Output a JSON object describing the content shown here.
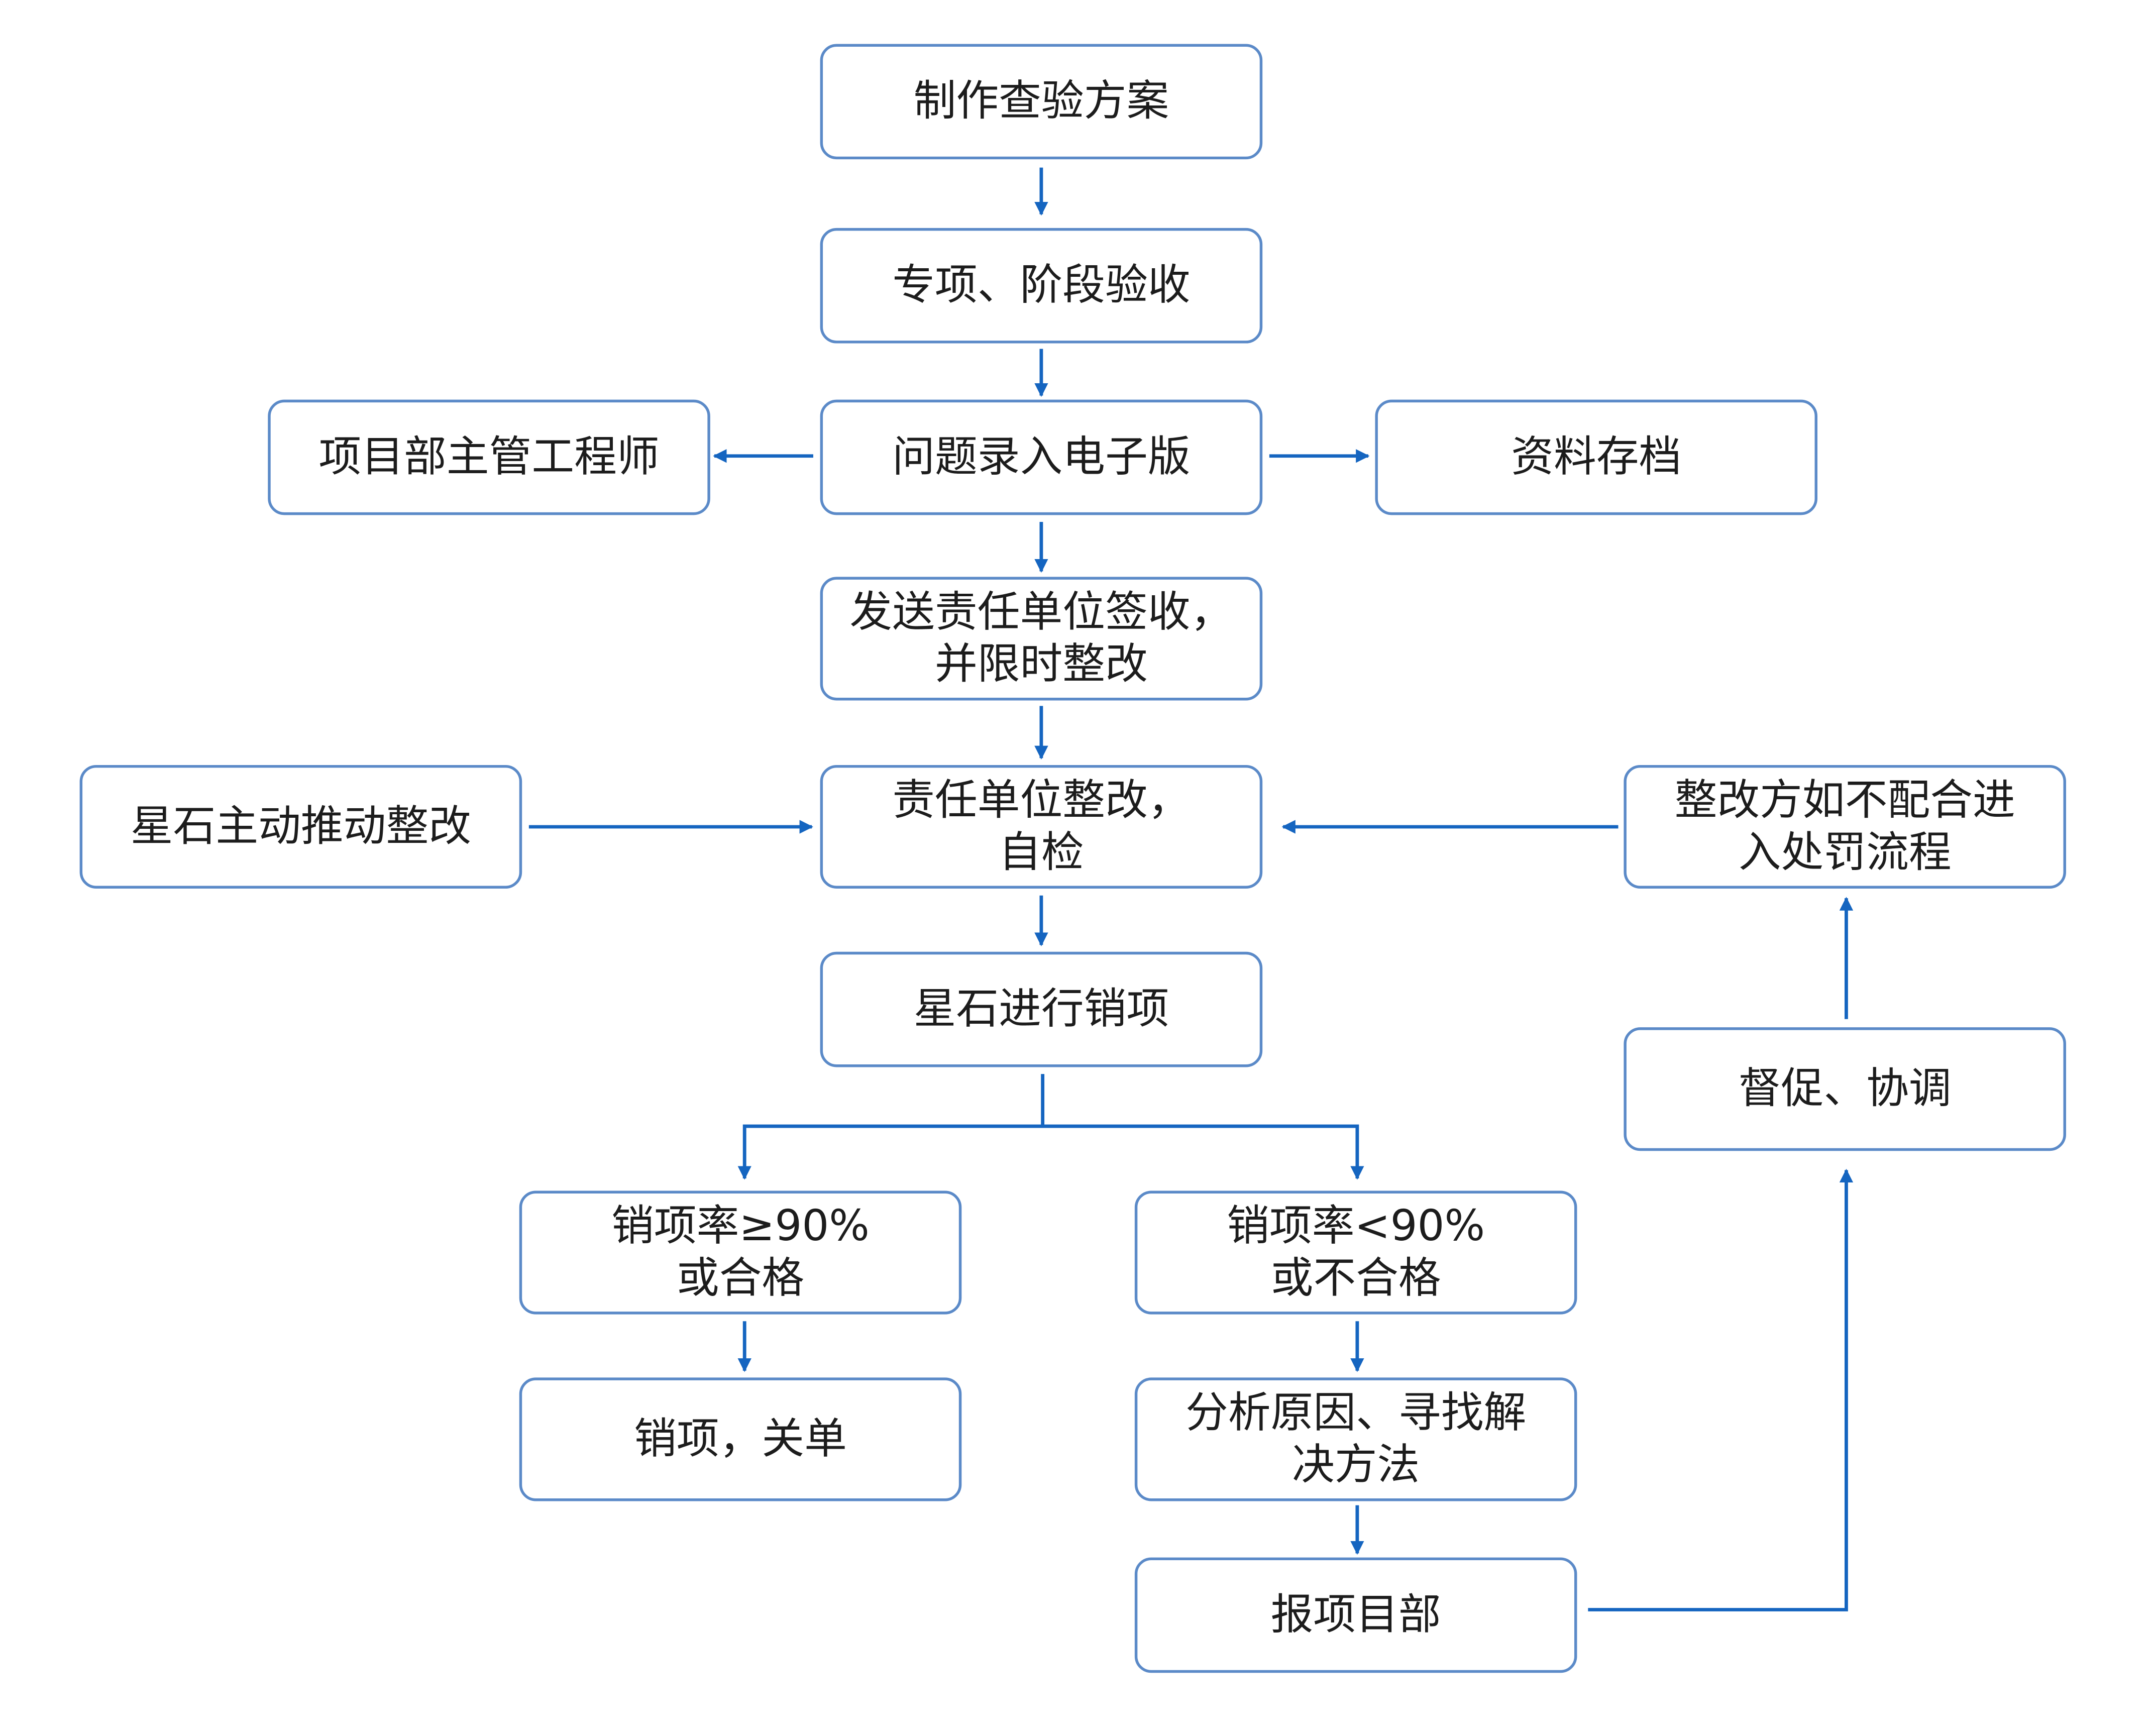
{
  "colors": {
    "box_border": "#5b8ac8",
    "arrow": "#1565c0",
    "text": "#1c1c1c",
    "background": "#ffffff"
  },
  "nodes": {
    "make_plan": {
      "lines": [
        "制作查验方案"
      ]
    },
    "acceptance": {
      "lines": [
        "专项、阶段验收"
      ]
    },
    "record_issues": {
      "lines": [
        "问题录入电子版"
      ]
    },
    "project_engineer": {
      "lines": [
        "项目部主管工程师"
      ]
    },
    "archive": {
      "lines": [
        "资料存档"
      ]
    },
    "send_sign": {
      "lines": [
        "发送责任单位签收，",
        "并限时整改"
      ]
    },
    "rectify_self_check": {
      "lines": [
        "责任单位整改，",
        "自检"
      ]
    },
    "xingshi_push": {
      "lines": [
        "星石主动推动整改"
      ]
    },
    "penalty": {
      "lines": [
        "整改方如不配合进",
        "入处罚流程"
      ]
    },
    "close_items": {
      "lines": [
        "星石进行销项"
      ]
    },
    "supervise": {
      "lines": [
        "督促、协调"
      ]
    },
    "rate_pass": {
      "lines": [
        "销项率≥90%",
        "或合格"
      ]
    },
    "rate_fail": {
      "lines": [
        "销项率<90%",
        "或不合格"
      ]
    },
    "close_order": {
      "lines": [
        "销项，关单"
      ]
    },
    "analyze": {
      "lines": [
        "分析原因、寻找解",
        "决方法"
      ]
    },
    "report_dept": {
      "lines": [
        "报项目部"
      ]
    }
  }
}
